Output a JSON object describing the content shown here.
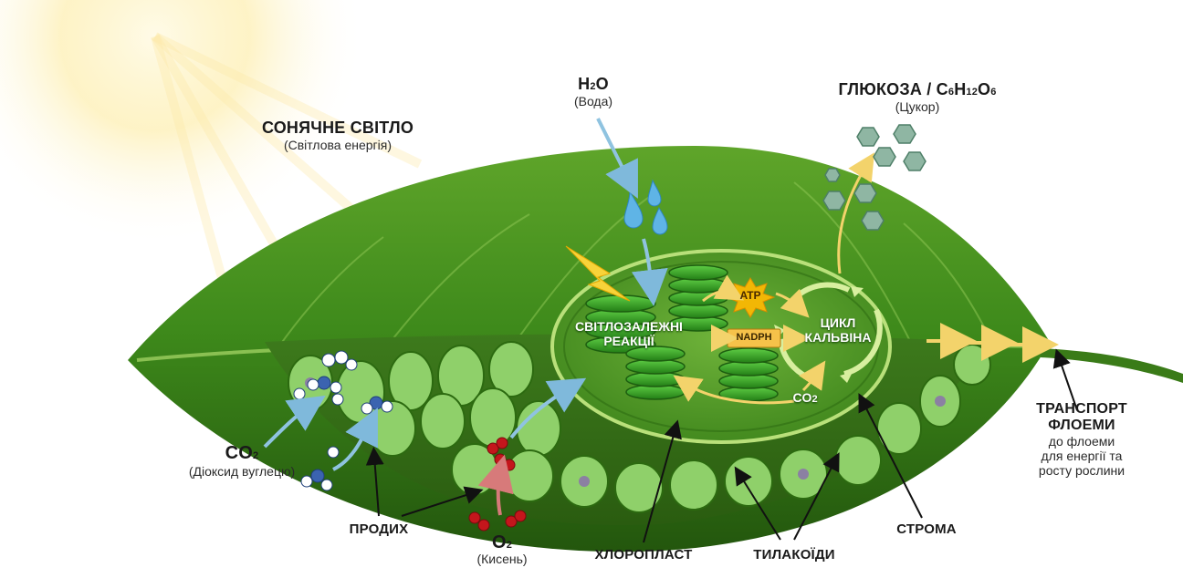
{
  "labels": {
    "sunlight_title": "СОНЯЧНЕ СВІТЛО",
    "sunlight_sub": "(Світлова енергія)",
    "water_formula": "H",
    "water_formula_sub": "2",
    "water_formula_end": "O",
    "water_sub": "(Вода)",
    "glucose_title": "ГЛЮКОЗА / C",
    "glucose_sub1": "6",
    "glucose_mid1": "H",
    "glucose_sub2": "12",
    "glucose_mid2": "O",
    "glucose_sub3": "6",
    "glucose_sub": "(Цукор)",
    "light_reactions_line1": "СВІТЛОЗАЛЕЖНІ",
    "light_reactions_line2": "РЕАКЦІЇ",
    "atp": "ATP",
    "nadph": "NADPH",
    "calvin_line1": "ЦИКЛ",
    "calvin_line2": "КАЛЬВІНА",
    "co2_inner": "CO",
    "co2_inner_sub": "2",
    "co2_formula": "CO",
    "co2_formula_sub": "2",
    "co2_sub": "(Діоксид вуглецю)",
    "stomata": "ПРОДИХ",
    "o2_formula": "O",
    "o2_formula_sub": "2",
    "o2_sub": "(Кисень)",
    "chloroplast": "ХЛОРОПЛАСТ",
    "thylakoids": "ТИЛАКОЇДИ",
    "stroma": "СТРОМА",
    "phloem_line1": "ТРАНСПОРТ",
    "phloem_line2": "ФЛОЕМИ",
    "phloem_desc1": "до флоеми",
    "phloem_desc2": "для енергії та",
    "phloem_desc3": "росту рослини"
  },
  "colors": {
    "leaf_dark": "#2f6d12",
    "leaf_light": "#7fbf3a",
    "chloroplast": "#4f9a22",
    "thylakoid": "#3aa02a",
    "atp_star": "#f2b705",
    "nadph_box": "#f6c24a",
    "arrow_blue": "#8fc3e0",
    "arrow_yellow": "#f3d36b",
    "oxygen_red": "#c4161c",
    "co2_blue": "#3b63b0",
    "glucose_hex": "#8fb6a3"
  }
}
